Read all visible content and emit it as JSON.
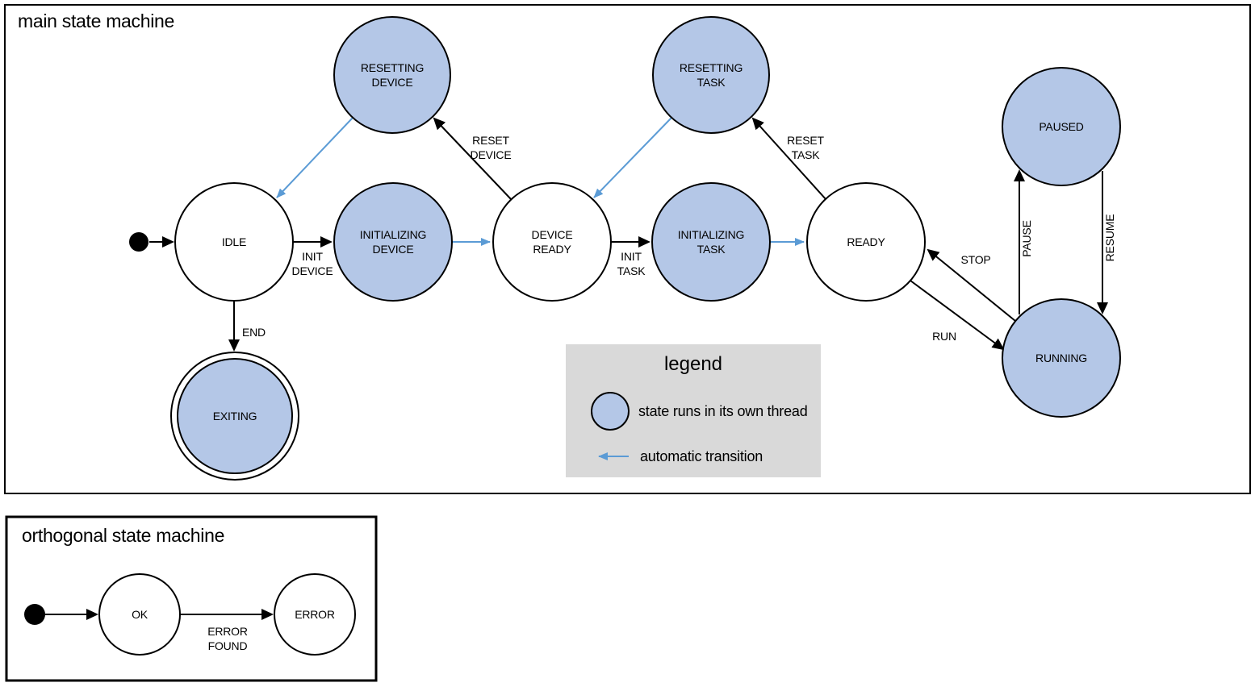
{
  "main": {
    "title": "main state machine",
    "states": {
      "resetting_device": {
        "label": "RESETTING DEVICE",
        "line1": "RESETTING",
        "line2": "DEVICE",
        "threaded": true
      },
      "resetting_task": {
        "label": "RESETTING TASK",
        "line1": "RESETTING",
        "line2": "TASK",
        "threaded": true
      },
      "paused": {
        "label": "PAUSED",
        "threaded": true
      },
      "idle": {
        "label": "IDLE",
        "threaded": false
      },
      "initializing_device": {
        "label": "INITIALIZING DEVICE",
        "line1": "INITIALIZING",
        "line2": "DEVICE",
        "threaded": true
      },
      "device_ready": {
        "label": "DEVICE READY",
        "line1": "DEVICE",
        "line2": "READY",
        "threaded": false
      },
      "initializing_task": {
        "label": "INITIALIZING TASK",
        "line1": "INITIALIZING",
        "line2": "TASK",
        "threaded": true
      },
      "ready": {
        "label": "READY",
        "threaded": false
      },
      "running": {
        "label": "RUNNING",
        "threaded": true
      },
      "exiting": {
        "label": "EXITING",
        "threaded": true,
        "final": true
      }
    },
    "transitions": {
      "init_device": {
        "label": "INIT DEVICE",
        "line1": "INIT",
        "line2": "DEVICE"
      },
      "init_task": {
        "label": "INIT TASK",
        "line1": "INIT",
        "line2": "TASK"
      },
      "reset_device": {
        "label": "RESET DEVICE",
        "line1": "RESET",
        "line2": "DEVICE"
      },
      "reset_task": {
        "label": "RESET TASK",
        "line1": "RESET",
        "line2": "TASK"
      },
      "end": {
        "label": "END"
      },
      "run": {
        "label": "RUN"
      },
      "stop": {
        "label": "STOP"
      },
      "pause": {
        "label": "PAUSE"
      },
      "resume": {
        "label": "RESUME"
      }
    }
  },
  "legend": {
    "title": "legend",
    "thread_item": "state runs in its own thread",
    "auto_item": "automatic transition"
  },
  "ortho": {
    "title": "orthogonal state machine",
    "states": {
      "ok": {
        "label": "OK"
      },
      "error": {
        "label": "ERROR"
      }
    },
    "transitions": {
      "error_found": {
        "label": "ERROR FOUND",
        "line1": "ERROR",
        "line2": "FOUND"
      }
    }
  },
  "colors": {
    "thread_fill": "#b4c7e7",
    "auto_transition": "#5b9bd5",
    "legend_bg": "#d9d9d9",
    "stroke": "#000000"
  }
}
